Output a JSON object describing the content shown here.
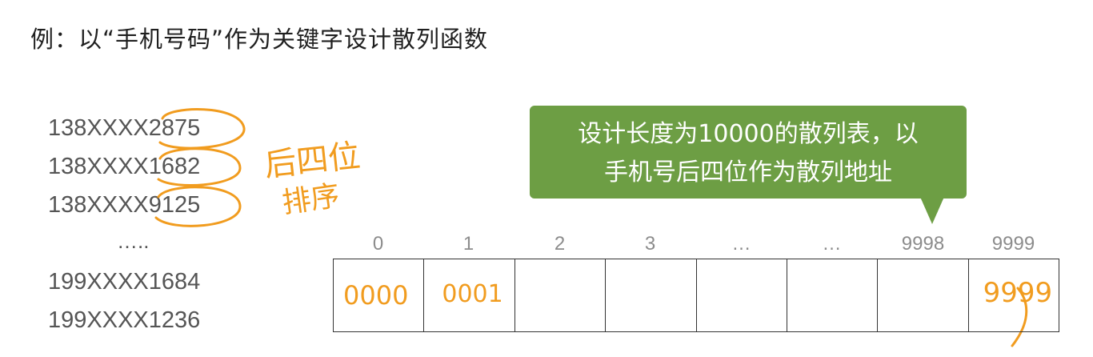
{
  "title": "例：以“手机号码”作为关键字设计散列函数",
  "phones": [
    "138XXXX2875",
    "138XXXX1682",
    "138XXXX9125",
    "…..",
    "199XXXX1684",
    "199XXXX1236"
  ],
  "handnote": [
    "后四位",
    "排序"
  ],
  "callout": {
    "line1": "设计长度为10000的散列表，以",
    "line2": "手机号后四位作为散列地址"
  },
  "indices": [
    "0",
    "1",
    "2",
    "3",
    "…",
    "…",
    "9998",
    "9999"
  ],
  "cells": [
    "0000",
    "0001",
    "",
    "",
    "",
    "",
    "",
    "9999"
  ],
  "colors": {
    "accent_green": "#6d9e44",
    "handwriting": "#f19c1f"
  }
}
